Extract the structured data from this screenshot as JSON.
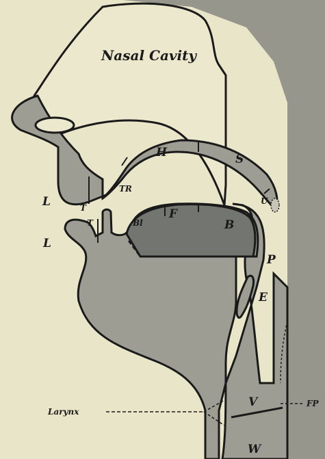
{
  "figure": {
    "title": "Nasal Cavity",
    "labels": {
      "hard_palate": "H",
      "soft_palate": "S",
      "teeth_ridge": "TR",
      "uvula": "U",
      "upper_lip": "L",
      "lower_lip": "L",
      "upper_teeth": "T",
      "lower_teeth": "T",
      "blade": "Bl",
      "front": "F",
      "back": "B",
      "pharynx": "P",
      "epiglottis": "E",
      "vocal_cords": "V",
      "windpipe": "W",
      "food_passage": "FP",
      "larynx": "Larynx"
    }
  }
}
